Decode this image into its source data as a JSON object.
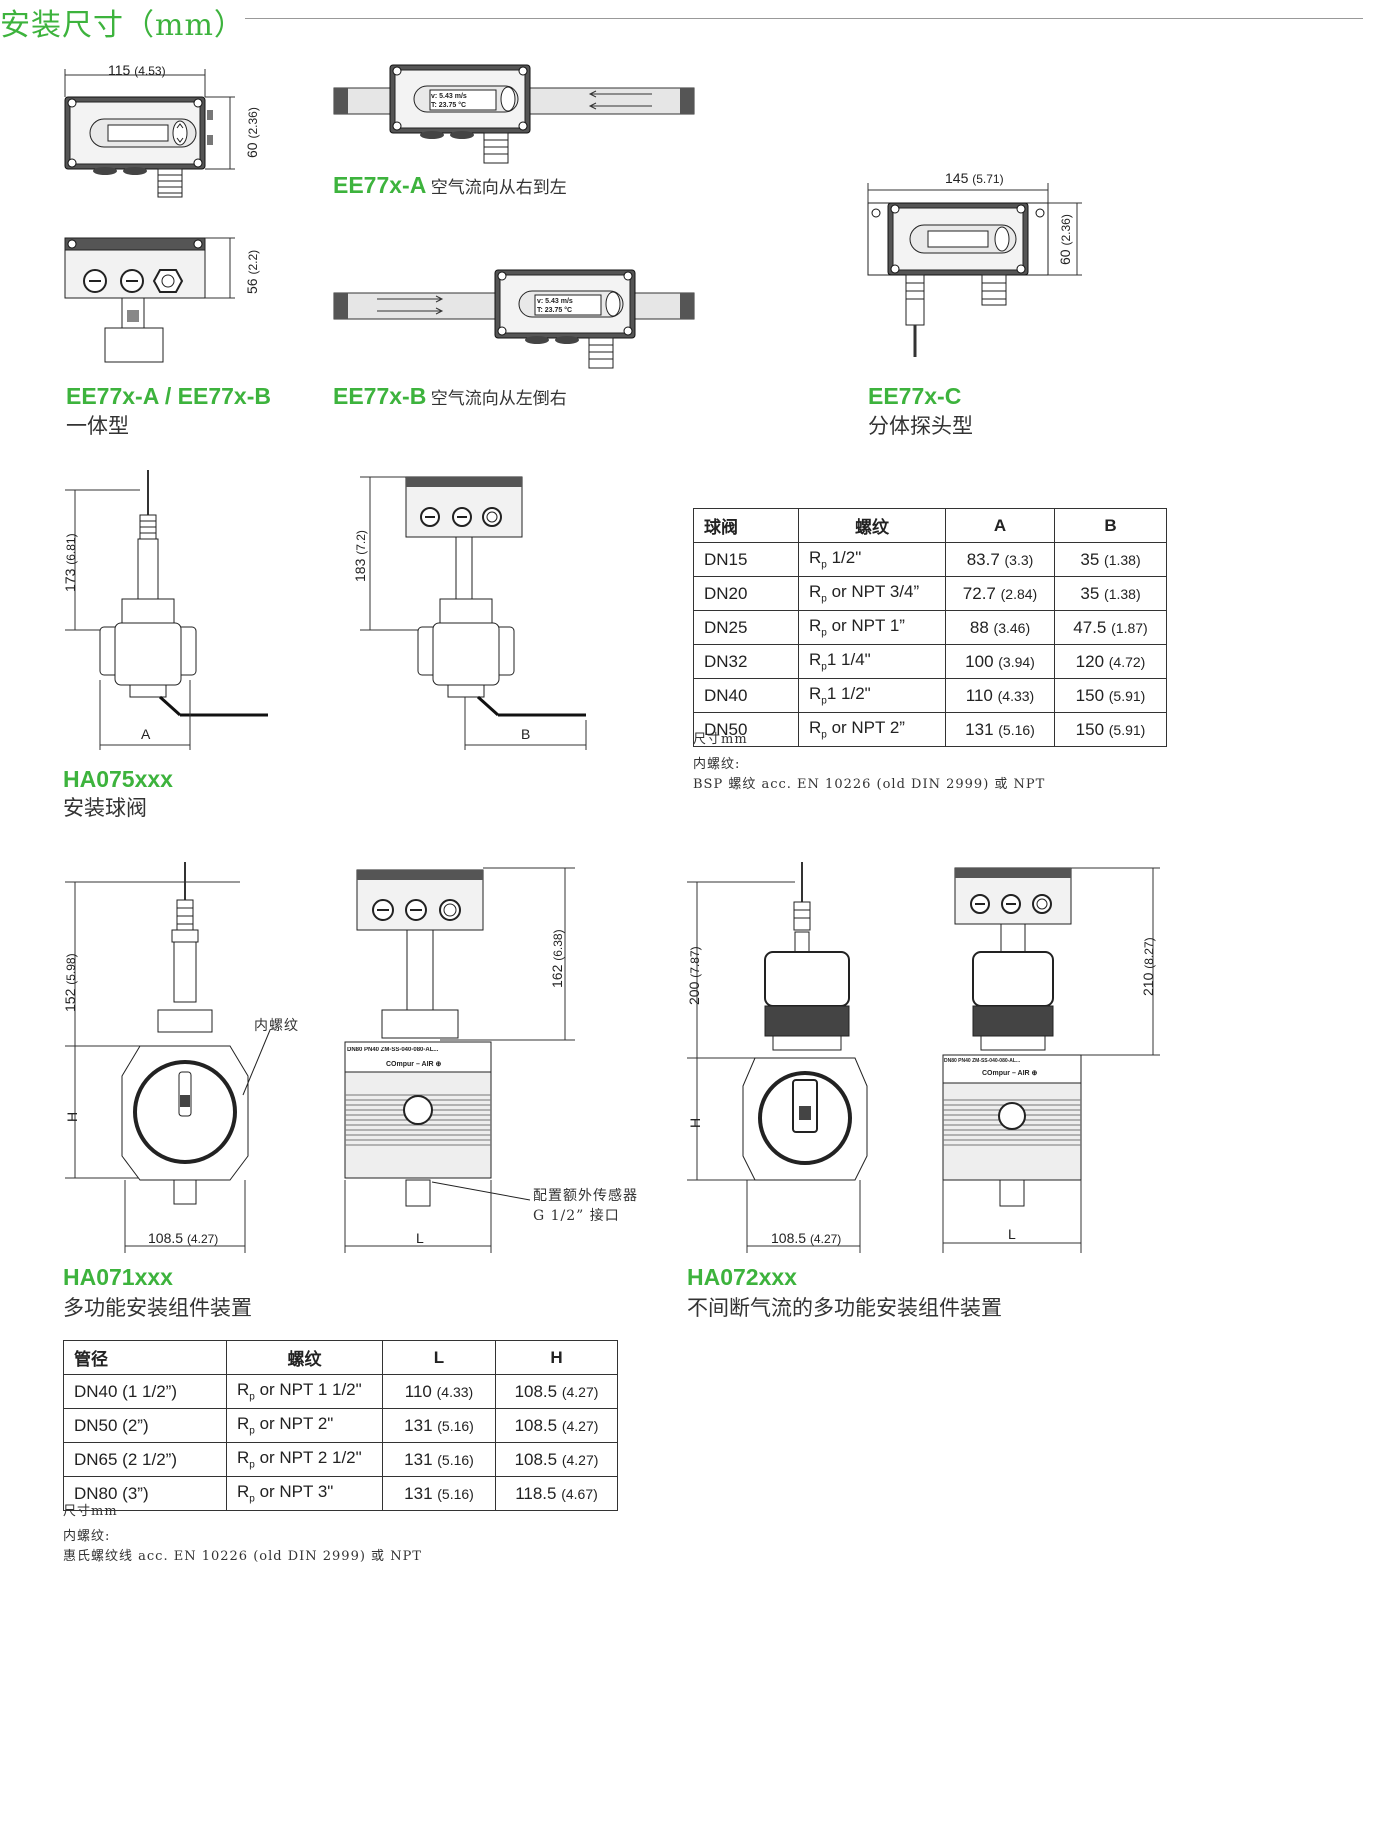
{
  "page": {
    "title": "安装尺寸（mm）"
  },
  "row1": {
    "integrated": {
      "dim_width": "115",
      "dim_width_in": "(4.53)",
      "dim_height": "60",
      "dim_height_in": "(2.36)",
      "dim_height2": "56",
      "dim_height2_in": "(2.2)",
      "model": "EE77x-A / EE77x-B",
      "subtitle": "一体型"
    },
    "flow_a": {
      "model": "EE77x-A",
      "desc": "空气流向从右到左",
      "display_v": "v:   5.43   m/s",
      "display_t": "T:   23.75  °C"
    },
    "flow_b": {
      "model": "EE77x-B",
      "desc": "空气流向从左倒右",
      "display_v": "v:   5.43   m/s",
      "display_t": "T:   23.75  °C"
    },
    "remote": {
      "dim_width": "145",
      "dim_width_in": "(5.71)",
      "dim_height": "60",
      "dim_height_in": "(2.36)",
      "model": "EE77x-C",
      "subtitle": "分体探头型"
    }
  },
  "ha075": {
    "dim_173": "173",
    "dim_173_in": "(6.81)",
    "dim_183": "183",
    "dim_183_in": "(7.2)",
    "label_a": "A",
    "label_b": "B",
    "model": "HA075xxx",
    "subtitle": "安装球阀",
    "table": {
      "headers": [
        "球阀",
        "螺纹",
        "A",
        "B"
      ],
      "rows": [
        {
          "c1": "DN15",
          "r": "R",
          "p": "p",
          "thread": " 1/2\"",
          "a": "83.7",
          "a_in": "(3.3)",
          "b": "35",
          "b_in": "(1.38)"
        },
        {
          "c1": "DN20",
          "r": "R",
          "p": "p",
          "thread": " or NPT 3/4”",
          "a": "72.7",
          "a_in": "(2.84)",
          "b": "35",
          "b_in": "(1.38)"
        },
        {
          "c1": "DN25",
          "r": "R",
          "p": "p",
          "thread": " or NPT 1”",
          "a": "88",
          "a_in": "(3.46)",
          "b": "47.5",
          "b_in": "(1.87)"
        },
        {
          "c1": "DN32",
          "r": "R",
          "p": "p",
          "thread": "1 1/4\"",
          "a": "100",
          "a_in": "(3.94)",
          "b": "120",
          "b_in": "(4.72)"
        },
        {
          "c1": "DN40",
          "r": "R",
          "p": "p",
          "thread": "1 1/2\"",
          "a": "110",
          "a_in": "(4.33)",
          "b": "150",
          "b_in": "(5.91)"
        },
        {
          "c1": "DN50",
          "r": "R",
          "p": "p",
          "thread": " or NPT 2”",
          "a": "131",
          "a_in": "(5.16)",
          "b": "150",
          "b_in": "(5.91)"
        }
      ]
    },
    "note_unit": "尺寸mm",
    "note_thread_label": "内螺纹:",
    "note_thread": "BSP 螺纹 acc. EN 10226 (old DIN 2999) 或 NPT"
  },
  "ha071": {
    "dim_152": "152",
    "dim_152_in": "(5.98)",
    "dim_162": "162",
    "dim_162_in": "(6.38)",
    "label_h": "H",
    "label_l": "L",
    "dim_width": "108.5",
    "dim_width_in": "(4.27)",
    "callout_thread": "内螺纹",
    "callout_sensor1": "配置额外传感器",
    "callout_sensor2": "G 1/2” 接口",
    "plate_text": "DN80 PN40 ZM-SS-040-080-AL...",
    "plate_brand": "COmpur – AIR ⊕",
    "model": "HA071xxx",
    "subtitle": "多功能安装组件装置"
  },
  "ha072": {
    "dim_200": "200",
    "dim_200_in": "(7.87)",
    "dim_210": "210",
    "dim_210_in": "(8.27)",
    "label_h": "H",
    "label_l": "L",
    "dim_width": "108.5",
    "dim_width_in": "(4.27)",
    "plate_text": "DN80 PN40 ZM-SS-040-080-AL...",
    "plate_brand": "COmpur – AIR ⊕",
    "model": "HA072xxx",
    "subtitle": "不间断气流的多功能安装组件装置"
  },
  "bottom_table": {
    "headers": [
      "管径",
      "螺纹",
      "L",
      "H"
    ],
    "rows": [
      {
        "c1": "DN40 (1 1/2”)",
        "r": "R",
        "p": "p",
        "thread": " or NPT 1 1/2\"",
        "l": "110",
        "l_in": "(4.33)",
        "h": "108.5",
        "h_in": "(4.27)"
      },
      {
        "c1": "DN50 (2”)",
        "r": "R",
        "p": "p",
        "thread": " or NPT 2\"",
        "l": "131",
        "l_in": "(5.16)",
        "h": "108.5",
        "h_in": "(4.27)"
      },
      {
        "c1": "DN65 (2 1/2”)",
        "r": "R",
        "p": "p",
        "thread": " or NPT 2 1/2\"",
        "l": "131",
        "l_in": "(5.16)",
        "h": "108.5",
        "h_in": "(4.27)"
      },
      {
        "c1": "DN80 (3”)",
        "r": "R",
        "p": "p",
        "thread": " or NPT 3\"",
        "l": "131",
        "l_in": "(5.16)",
        "h": "118.5",
        "h_in": "(4.67)"
      }
    ],
    "note_unit": "尺寸mm",
    "note_thread_label": "内螺纹:",
    "note_thread": "惠氏螺纹线 acc. EN 10226 (old DIN 2999) 或 NPT"
  }
}
